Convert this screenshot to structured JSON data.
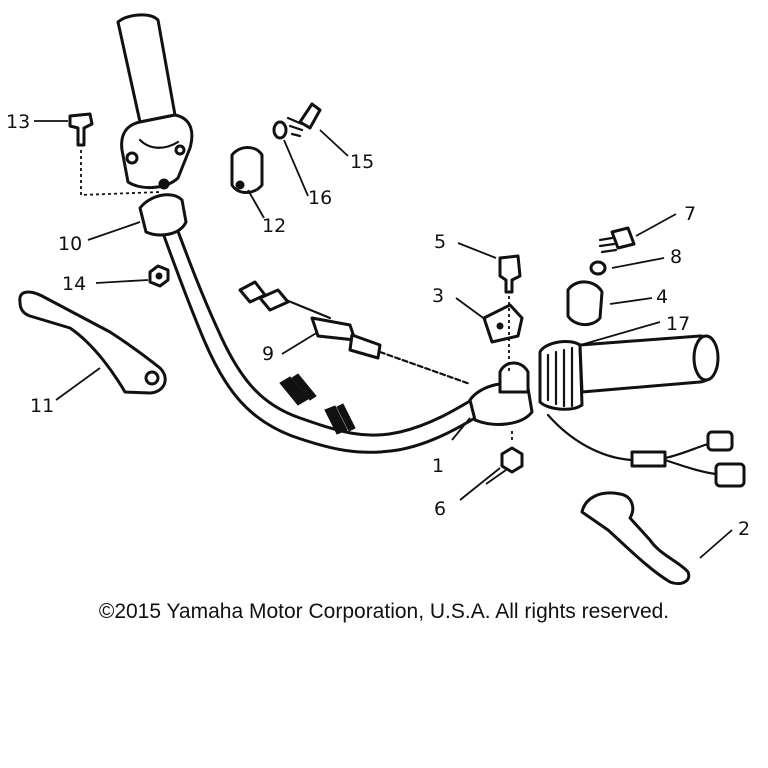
{
  "callouts": [
    {
      "label": "1"
    },
    {
      "label": "2"
    },
    {
      "label": "3"
    },
    {
      "label": "4"
    },
    {
      "label": "5"
    },
    {
      "label": "6"
    },
    {
      "label": "7"
    },
    {
      "label": "8"
    },
    {
      "label": "9"
    },
    {
      "label": "10"
    },
    {
      "label": "11"
    },
    {
      "label": "12"
    },
    {
      "label": "13"
    },
    {
      "label": "14"
    },
    {
      "label": "15"
    },
    {
      "label": "16"
    },
    {
      "label": "17"
    }
  ],
  "footer": {
    "copyright": "©2015 Yamaha Motor Corporation, U.S.A. All rights reserved."
  }
}
